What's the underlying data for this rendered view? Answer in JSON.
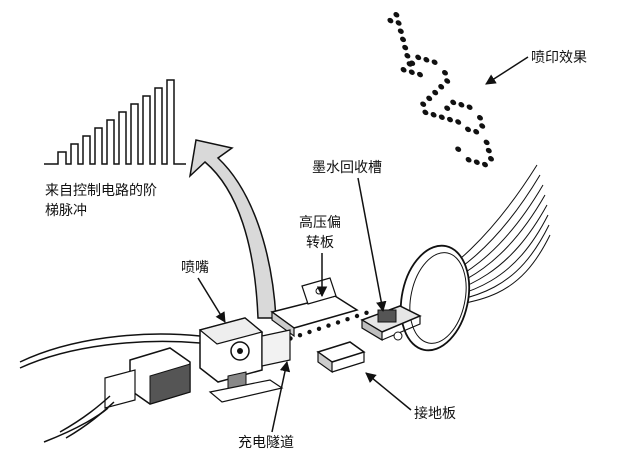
{
  "labels": {
    "print_effect": "喷印效果",
    "ink_recovery": "墨水回收槽",
    "hv_plate_line1": "高压偏",
    "hv_plate_line2": "转板",
    "pulse_line1": "来自控制电路的阶",
    "pulse_line2": "梯脉冲",
    "nozzle": "喷嘴",
    "ground_plate": "接地板",
    "charge_tunnel": "充电隧道"
  },
  "printed_characters": [
    "1",
    "2",
    "3"
  ],
  "colors": {
    "ink": "#111111",
    "arrow_fill": "#d9d9d9",
    "device_fill": "#e6e6e6"
  }
}
